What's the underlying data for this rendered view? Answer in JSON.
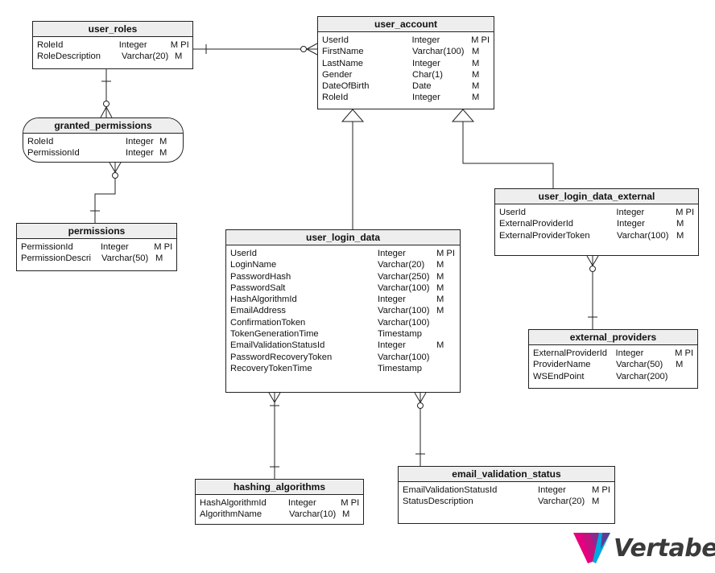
{
  "entities": [
    {
      "id": "user_roles",
      "title": "user_roles",
      "rounded": false,
      "rows": [
        [
          "RoleId",
          "Integer",
          "M PI"
        ],
        [
          "RoleDescription",
          "Varchar(20)",
          "M"
        ]
      ]
    },
    {
      "id": "user_account",
      "title": "user_account",
      "rounded": false,
      "rows": [
        [
          "UserId",
          "Integer",
          "M PI"
        ],
        [
          "FirstName",
          "Varchar(100)",
          "M"
        ],
        [
          "LastName",
          "Integer",
          "M"
        ],
        [
          "Gender",
          "Char(1)",
          "M"
        ],
        [
          "DateOfBirth",
          "Date",
          "M"
        ],
        [
          "RoleId",
          "Integer",
          "M"
        ]
      ]
    },
    {
      "id": "granted_permissions",
      "title": "granted_permissions",
      "rounded": true,
      "rows": [
        [
          "RoleId",
          "Integer",
          "M"
        ],
        [
          "PermissionId",
          "Integer",
          "M"
        ]
      ]
    },
    {
      "id": "permissions",
      "title": "permissions",
      "rounded": false,
      "rows": [
        [
          "PermissionId",
          "Integer",
          "M PI"
        ],
        [
          "PermissionDescri",
          "Varchar(50)",
          "M"
        ]
      ]
    },
    {
      "id": "user_login_data",
      "title": "user_login_data",
      "rounded": false,
      "rows": [
        [
          "UserId",
          "Integer",
          "M PI"
        ],
        [
          "LoginName",
          "Varchar(20)",
          "M"
        ],
        [
          "PasswordHash",
          "Varchar(250)",
          "M"
        ],
        [
          "PasswordSalt",
          "Varchar(100)",
          "M"
        ],
        [
          "HashAlgorithmId",
          "Integer",
          "M"
        ],
        [
          "EmailAddress",
          "Varchar(100)",
          "M"
        ],
        [
          "ConfirmationToken",
          "Varchar(100)",
          ""
        ],
        [
          "TokenGenerationTime",
          "Timestamp",
          ""
        ],
        [
          "EmailValidationStatusId",
          "Integer",
          "M"
        ],
        [
          "PasswordRecoveryToken",
          "Varchar(100)",
          ""
        ],
        [
          "RecoveryTokenTime",
          "Timestamp",
          ""
        ]
      ]
    },
    {
      "id": "user_login_data_external",
      "title": "user_login_data_external",
      "rounded": false,
      "rows": [
        [
          "UserId",
          "Integer",
          "M PI"
        ],
        [
          "ExternalProviderId",
          "Integer",
          "M"
        ],
        [
          "ExternalProviderToken",
          "Varchar(100)",
          "M"
        ]
      ]
    },
    {
      "id": "external_providers",
      "title": "external_providers",
      "rounded": false,
      "rows": [
        [
          "ExternalProviderId",
          "Integer",
          "M PI"
        ],
        [
          "ProviderName",
          "Varchar(50)",
          "M"
        ],
        [
          "WSEndPoint",
          "Varchar(200)",
          ""
        ]
      ]
    },
    {
      "id": "hashing_algorithms",
      "title": "hashing_algorithms",
      "rounded": false,
      "rows": [
        [
          "HashAlgorithmId",
          "Integer",
          "M PI"
        ],
        [
          "AlgorithmName",
          "Varchar(10)",
          "M"
        ]
      ]
    },
    {
      "id": "email_validation_status",
      "title": "email_validation_status",
      "rounded": false,
      "rows": [
        [
          "EmailValidationStatusId",
          "Integer",
          "M PI"
        ],
        [
          "StatusDescription",
          "Varchar(20)",
          "M"
        ]
      ]
    }
  ],
  "brand": {
    "name": "Vertabelo",
    "colors": [
      "#e5007e",
      "#8b2a8f",
      "#00a9e0"
    ]
  }
}
